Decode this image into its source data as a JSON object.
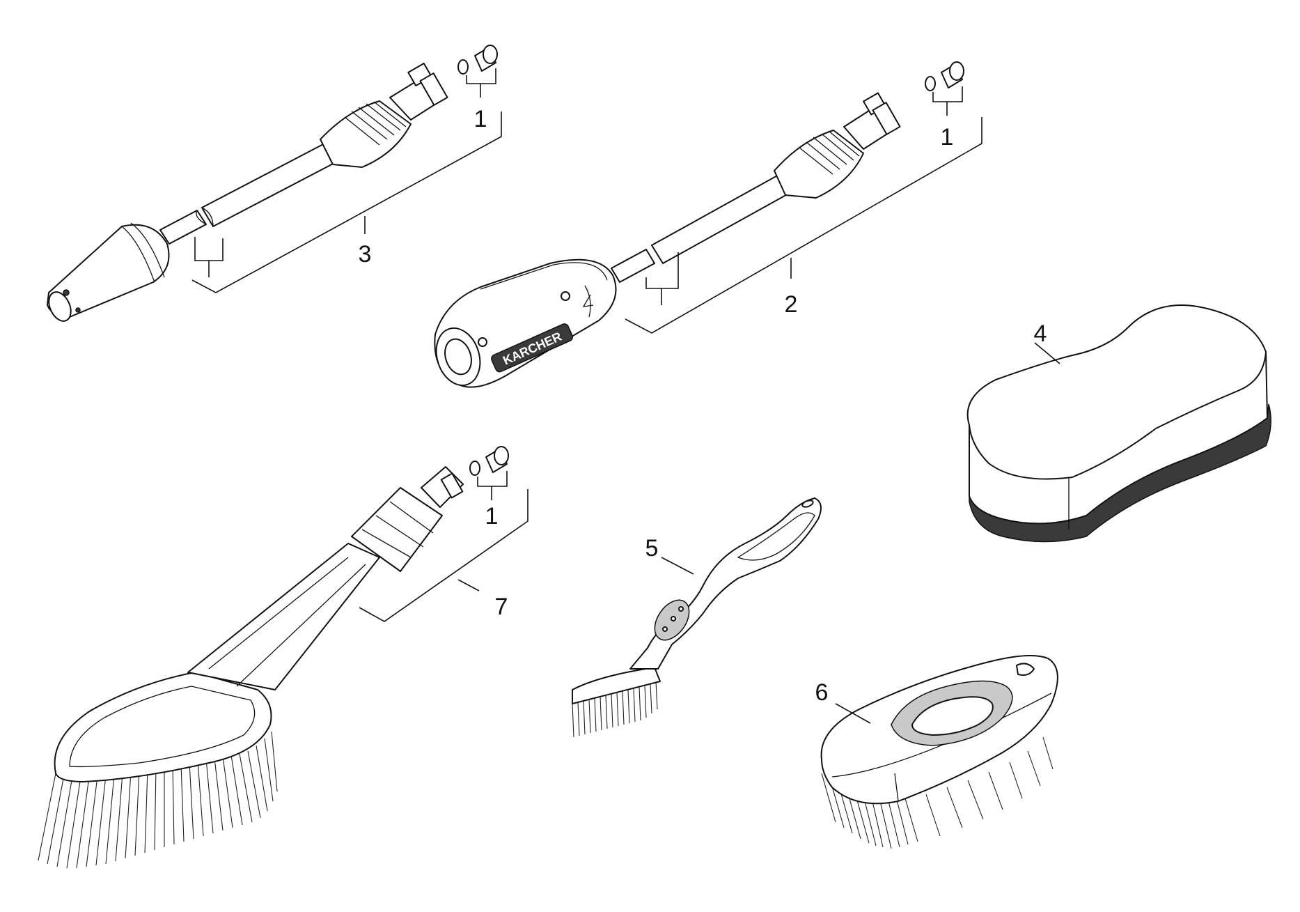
{
  "callouts": {
    "c1a": "1",
    "c1b": "1",
    "c1c": "1",
    "c2": "2",
    "c3": "3",
    "c4": "4",
    "c5": "5",
    "c6": "6",
    "c7": "7"
  },
  "logo": {
    "brand": "KARCHER"
  }
}
